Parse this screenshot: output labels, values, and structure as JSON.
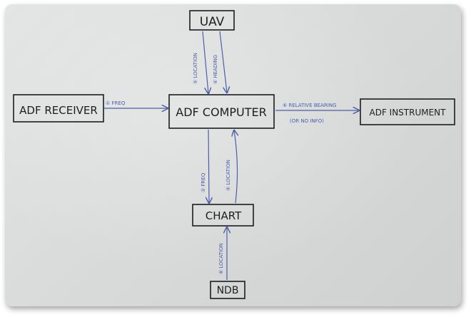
{
  "nodes": {
    "uav": "UAV",
    "adf_receiver": "ADF RECEIVER",
    "adf_computer": "ADF COMPUTER",
    "adf_instrument": "ADF INSTRUMENT",
    "chart": "CHART",
    "ndb": "NDB"
  },
  "edges": {
    "freq_receiver": "① FREQ",
    "location_uav": "⑤ LOCATION",
    "heading_uav": "④ HEADING",
    "relative_bearing": "⑥ RELATIVE BEARING",
    "relative_bearing_note": "(OR NO INFO)",
    "freq_chart": "② FREQ",
    "location_chart": "⑤ LOCATION",
    "location_ndb": "⑧ LOCATION"
  },
  "colors": {
    "ink": "#1e1e1e",
    "arrow": "#4a5fa8",
    "whiteboard": "#dcdedd"
  }
}
